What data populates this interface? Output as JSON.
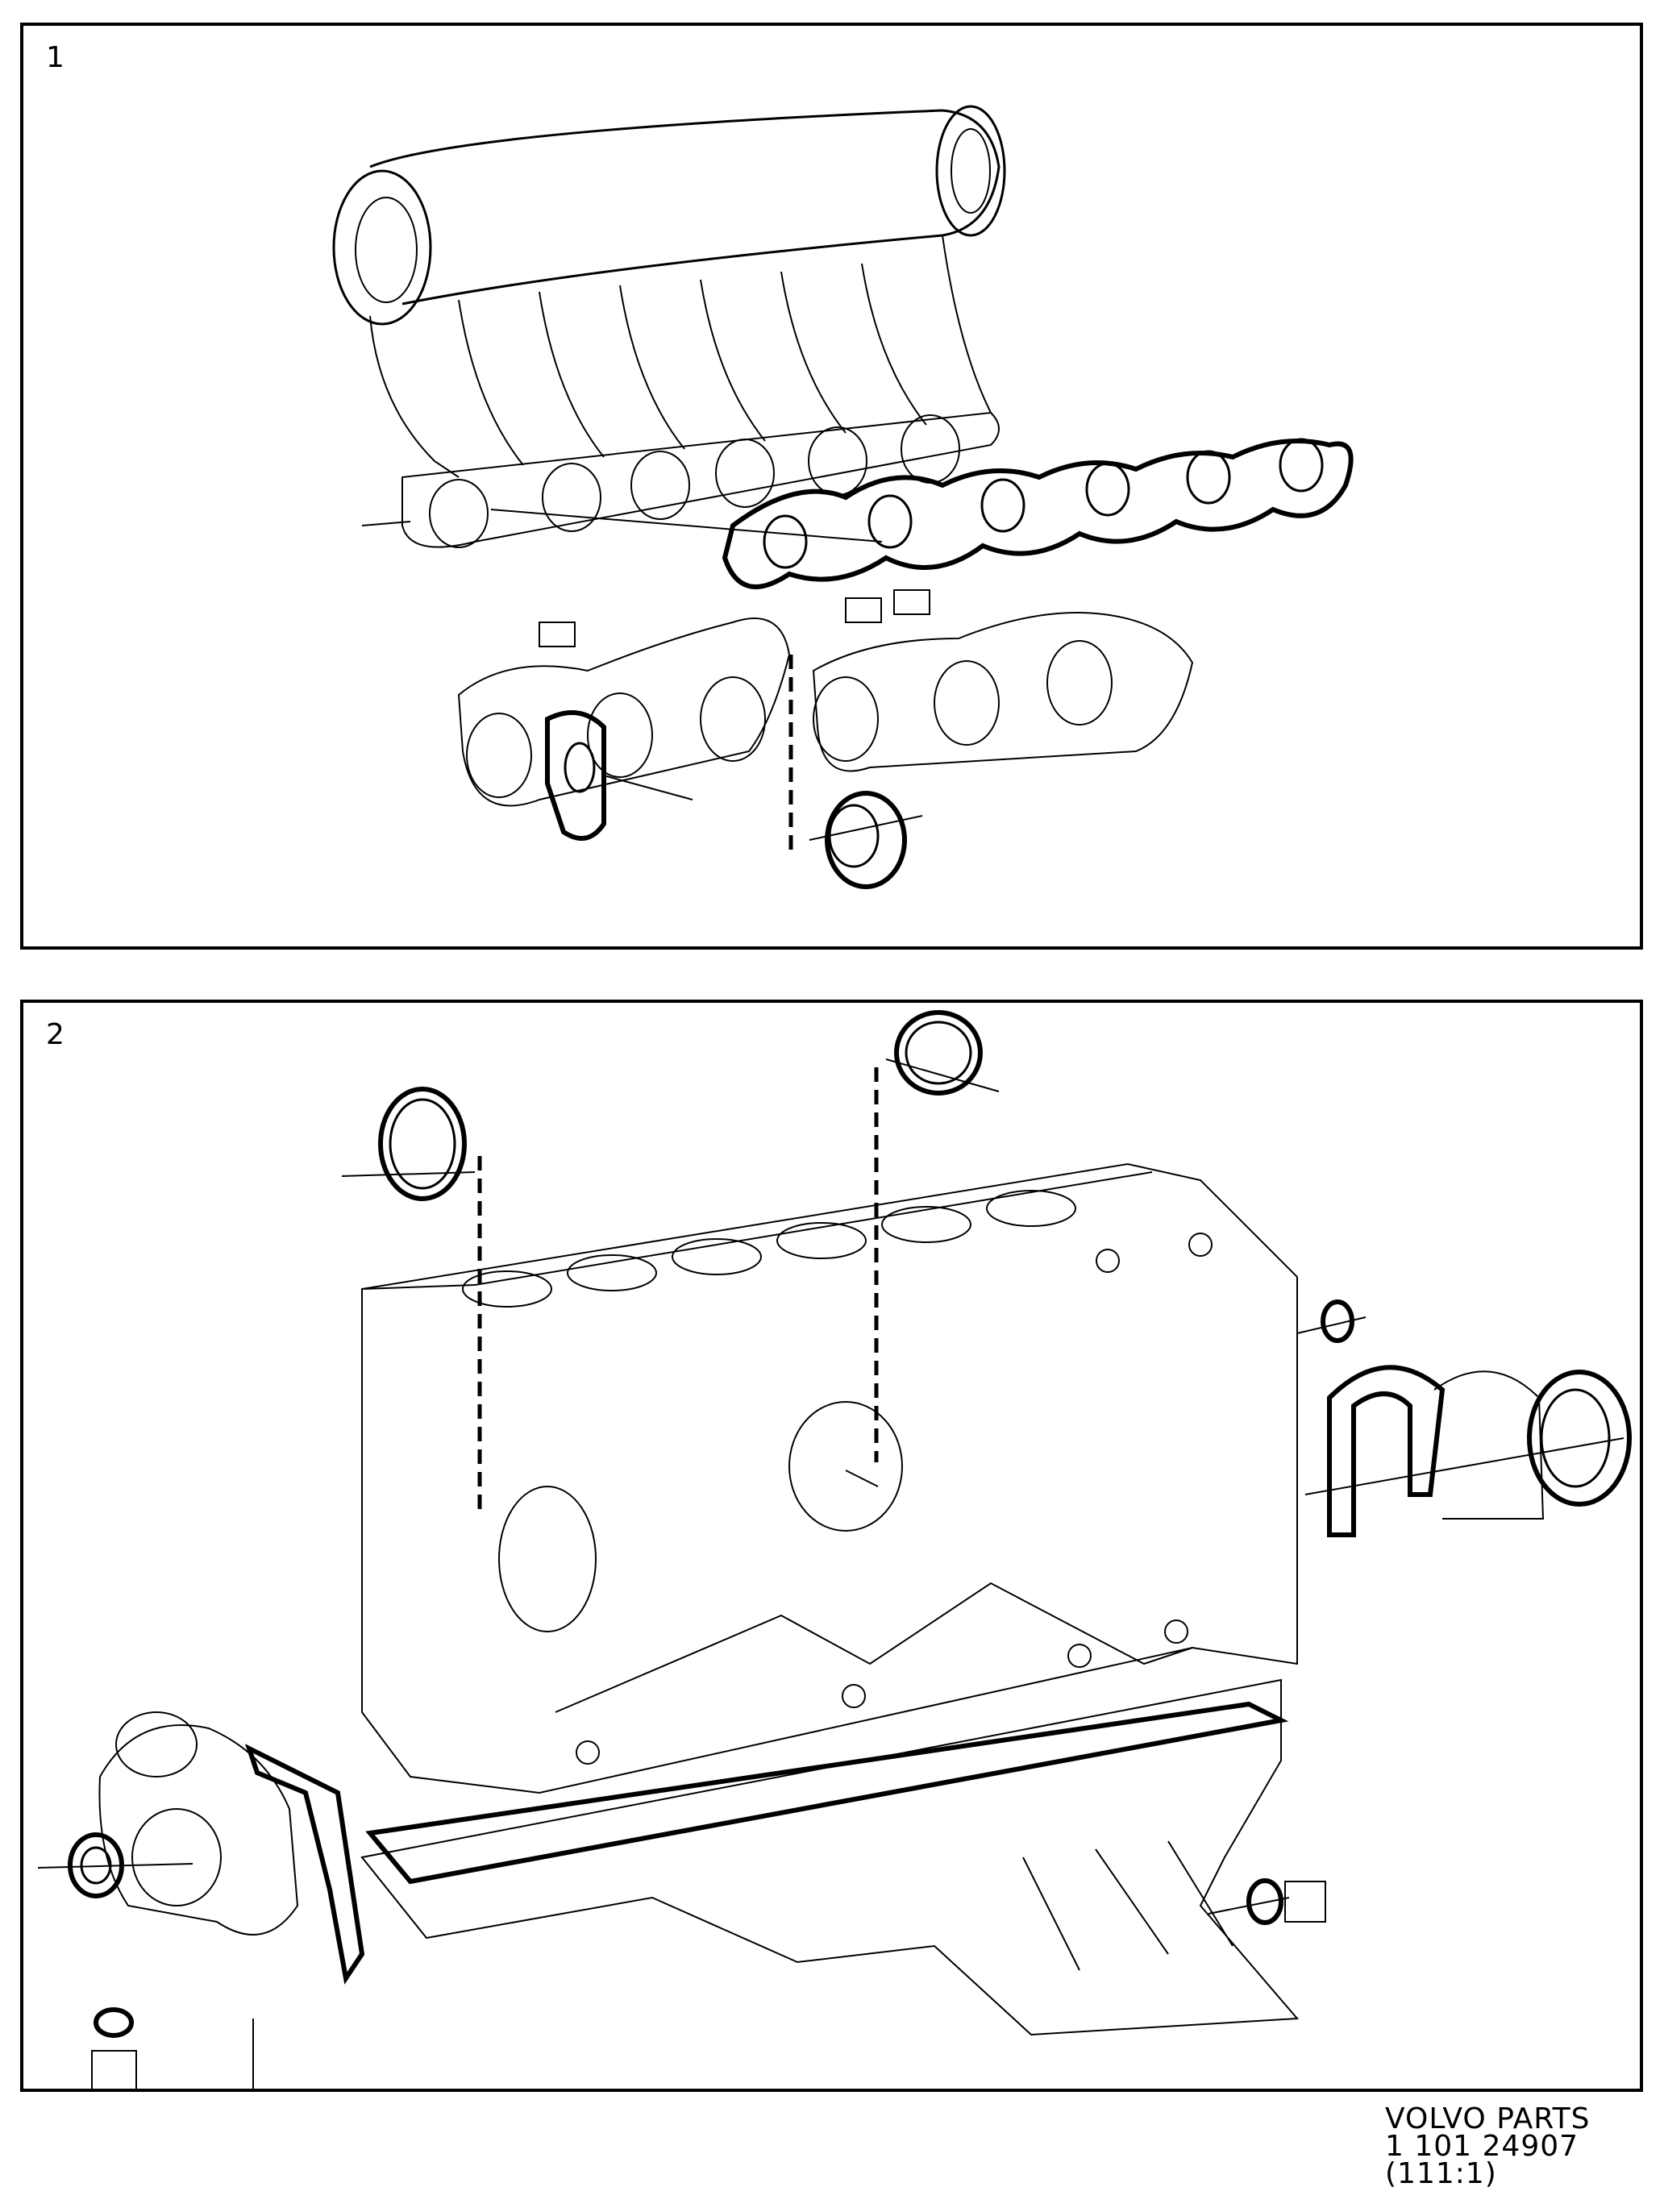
{
  "panels": [
    {
      "number": "1"
    },
    {
      "number": "2"
    }
  ],
  "footer": {
    "line1": "VOLVO PARTS",
    "line2": "1 101 24907",
    "line3": "(111:1)"
  }
}
